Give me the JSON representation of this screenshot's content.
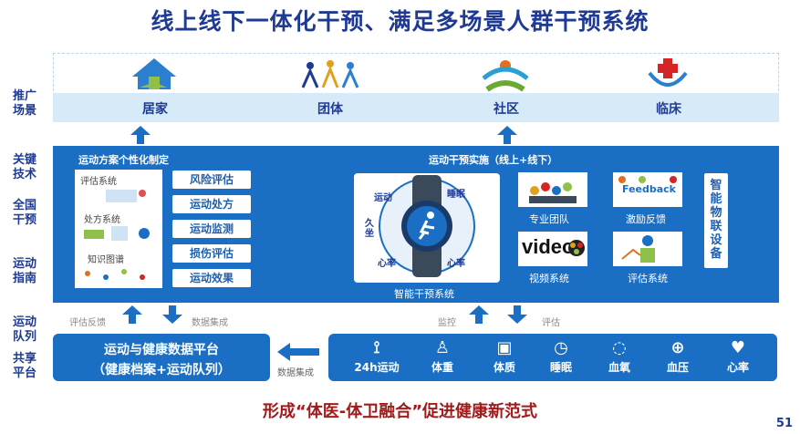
{
  "title": "线上线下一体化干预、满足多场景人群干预系统",
  "side_labels": [
    "推广场景",
    "关键技术",
    "全国干预",
    "运动指南",
    "运动队列",
    "共享平台"
  ],
  "scenarios": [
    {
      "label": "居家",
      "icon": "house-icon"
    },
    {
      "label": "团体",
      "icon": "group-icon"
    },
    {
      "label": "社区",
      "icon": "community-icon"
    },
    {
      "label": "临床",
      "icon": "clinic-icon"
    }
  ],
  "plan_panel": {
    "title": "运动方案个性化制定",
    "modules": [
      "评估系统",
      "处方系统",
      "知识图谱"
    ],
    "pills": [
      "风险评估",
      "运动处方",
      "运动监测",
      "损伤评估",
      "运动效果"
    ]
  },
  "impl_panel": {
    "title": "运动干预实施（线上+线下）",
    "watch_labels": [
      "运动",
      "睡眠",
      "久坐",
      "心率",
      "心率"
    ],
    "watch_caption": "智能干预系统",
    "tiles": [
      {
        "label": "专业团队",
        "icon": "team-icon"
      },
      {
        "label": "激励反馈",
        "icon": "feedback-icon",
        "text": "Feedback"
      },
      {
        "label": "视频系统",
        "icon": "video-icon",
        "text": "video"
      },
      {
        "label": "评估系统",
        "icon": "assessment-icon"
      }
    ],
    "iot": "智能物联设备"
  },
  "arrows": {
    "left_up": "评估反馈",
    "left_down": "数据集成",
    "right_up": "监控",
    "right_down": "评估",
    "horizontal": "数据集成"
  },
  "platform": {
    "line1": "运动与健康数据平台",
    "line2": "（健康档案+运动队列）"
  },
  "metrics": [
    {
      "label": "24h运动",
      "icon": "activity-icon",
      "glyph": "⟟"
    },
    {
      "label": "体重",
      "icon": "weight-icon",
      "glyph": "♙"
    },
    {
      "label": "体质",
      "icon": "fitness-icon",
      "glyph": "▣"
    },
    {
      "label": "睡眠",
      "icon": "clock-icon",
      "glyph": "◷"
    },
    {
      "label": "血氧",
      "icon": "oxygen-icon",
      "glyph": "◌"
    },
    {
      "label": "血压",
      "icon": "thermometer-icon",
      "glyph": "⊕"
    },
    {
      "label": "心率",
      "icon": "heart-icon",
      "glyph": "♥"
    }
  ],
  "bottom": "形成“体医-体卫融合”促进健康新范式",
  "page_number": "51",
  "colors": {
    "primary": "#1a6fc4",
    "dark_blue": "#1f3a93",
    "light_blue": "#d6eaf8",
    "red": "#a01c1c"
  }
}
